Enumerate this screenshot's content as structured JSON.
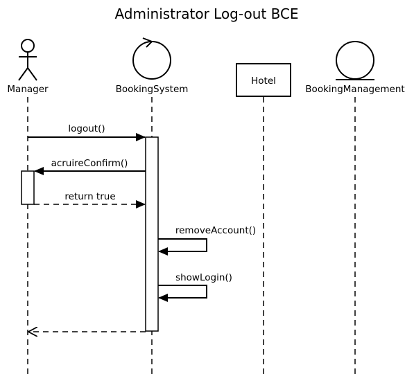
{
  "title": "Administrator Log-out BCE",
  "participants": {
    "manager": {
      "name": "Manager",
      "icon": "actor-icon"
    },
    "booking_system": {
      "name": "BookingSystem",
      "icon": "control-icon"
    },
    "hotel": {
      "name": "Hotel",
      "icon": "class-box"
    },
    "booking_management": {
      "name": "BookingManagement",
      "icon": "entity-icon"
    }
  },
  "messages": {
    "logout": "logout()",
    "acquire_confirm": "acruireConfirm()",
    "return_true": "return true",
    "remove_account": "removeAccount()",
    "show_login": "showLogin()"
  }
}
